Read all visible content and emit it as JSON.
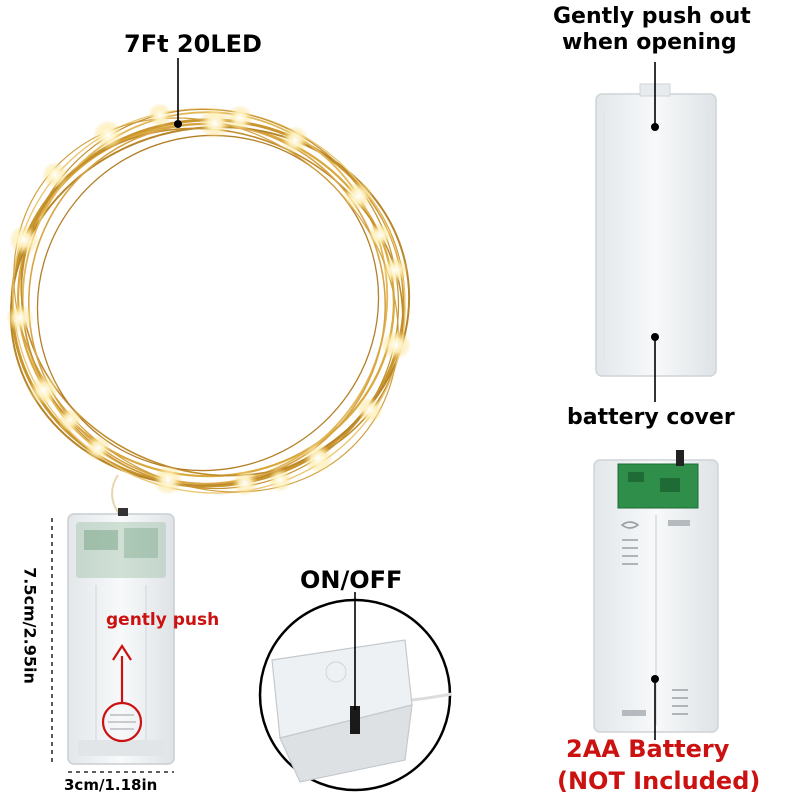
{
  "labels": {
    "title": "7Ft 20LED",
    "push_out_line1": "Gently push out",
    "push_out_line2": "when opening",
    "battery_cover": "battery cover",
    "battery_line1": "2AA Battery",
    "battery_line2": "(NOT Included)",
    "on_off": "ON/OFF",
    "gently_push": "gently push",
    "height": "7.5cm/2.95in",
    "width": "3cm/1.18in"
  },
  "colors": {
    "wire": "#c9962e",
    "wire_light": "#e9c46a",
    "led_glow": "#fff3c4",
    "accent_red": "#cc1111",
    "pcb_green": "#2f8f4a",
    "plastic": "#eef1f3"
  }
}
